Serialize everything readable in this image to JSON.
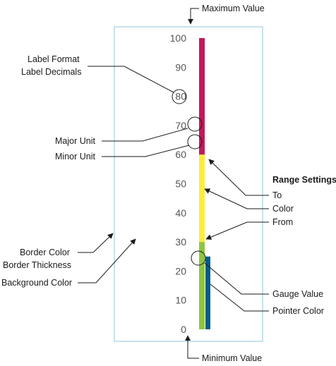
{
  "gauge": {
    "scale_min": 0,
    "scale_max": 100,
    "tick_labels": [
      "0",
      "10",
      "20",
      "30",
      "40",
      "50",
      "60",
      "70",
      "80",
      "90",
      "100"
    ],
    "ranges": [
      {
        "from": 0,
        "to": 30,
        "color": "#8dc63f"
      },
      {
        "from": 30,
        "to": 60,
        "color": "#ffeb3b"
      },
      {
        "from": 60,
        "to": 100,
        "color": "#c2185b"
      }
    ],
    "pointer_value": 25,
    "pointer_color": "#005b8f",
    "border_color": "#9fcfe0"
  },
  "labels": {
    "maximum_value": "Maximum Value",
    "minimum_value": "Minimum Value",
    "label_format": "Label Format",
    "label_decimals": "Label Decimals",
    "major_unit": "Major Unit",
    "minor_unit": "Minor Unit",
    "range_settings": "Range Settings",
    "to": "To",
    "color": "Color",
    "from": "From",
    "border_color": "Border Color",
    "border_thickness": "Border Thickness",
    "background_color": "Background Color",
    "gauge_value": "Gauge Value",
    "pointer_color": "Pointer Color"
  }
}
